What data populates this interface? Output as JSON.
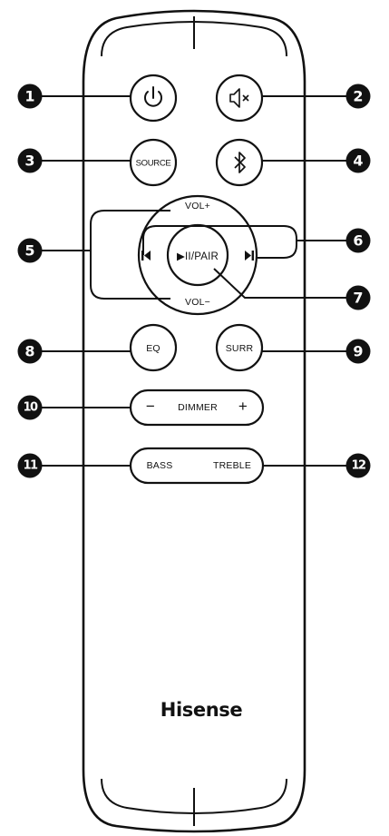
{
  "buttons": {
    "source": "SOURCE",
    "vol_up": "VOL+",
    "vol_down": "VOL−",
    "play_pair": "▶II/PAIR",
    "eq": "EQ",
    "surr": "SURR",
    "dimmer": "DIMMER",
    "dimmer_minus": "−",
    "dimmer_plus": "+",
    "bass": "BASS",
    "treble": "TREBLE"
  },
  "icons": {
    "power": "power-icon",
    "mute": "mute-icon",
    "bluetooth": "bluetooth-icon",
    "prev": "previous-track-icon",
    "next": "next-track-icon"
  },
  "brand": "Hisense",
  "callouts": [
    "1",
    "2",
    "3",
    "4",
    "5",
    "6",
    "7",
    "8",
    "9",
    "10",
    "11",
    "12"
  ]
}
